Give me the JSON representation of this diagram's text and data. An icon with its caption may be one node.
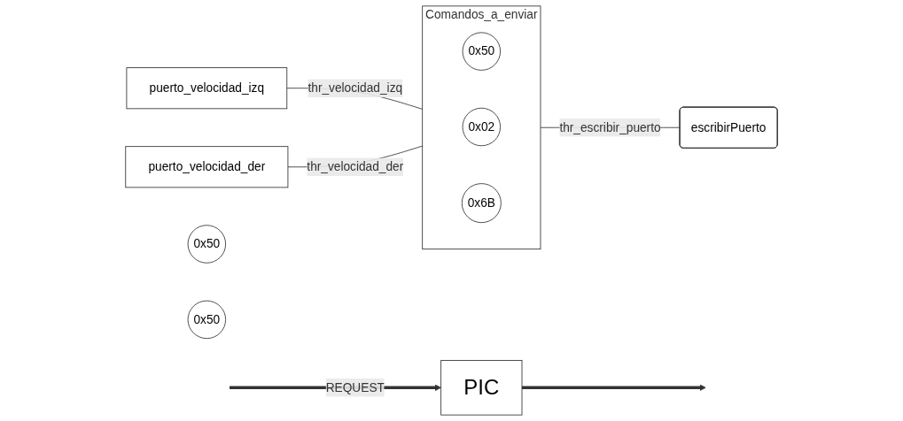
{
  "diagram": {
    "nodes": [
      {
        "text": [
          "puerto_velocidad_izq"
        ]
      },
      {
        "text": [
          "puerto_velocidad_der"
        ]
      },
      {
        "text": [
          "Comandos_a_enviar"
        ]
      },
      {
        "text": [
          "0x50"
        ],
        "in": 2
      },
      {
        "text": [
          "0x02"
        ],
        "in": 2
      },
      {
        "text": [
          "0x6B"
        ],
        "in": 2
      },
      {
        "text": [
          "escribirPuerto"
        ]
      },
      {
        "text": [
          "0x50"
        ]
      },
      {
        "text": [
          "0x50"
        ]
      },
      {
        "text": [
          "PIC"
        ]
      }
    ],
    "edges": [
      {
        "from": 0,
        "to": 2,
        "arrow": "none",
        "label": "thr_velocidad_izq"
      },
      {
        "from": 1,
        "to": 2,
        "arrow": "none",
        "label": "thr_velocidad_der"
      },
      {
        "from": 2,
        "to": 6,
        "arrow": "none",
        "label": "thr_escribir_puerto"
      },
      {
        "from": null,
        "to": 9,
        "arrow": "to",
        "style": "thick",
        "label": "REQUEST"
      },
      {
        "from": 9,
        "to": null,
        "arrow": "to",
        "style": "thick"
      }
    ]
  }
}
